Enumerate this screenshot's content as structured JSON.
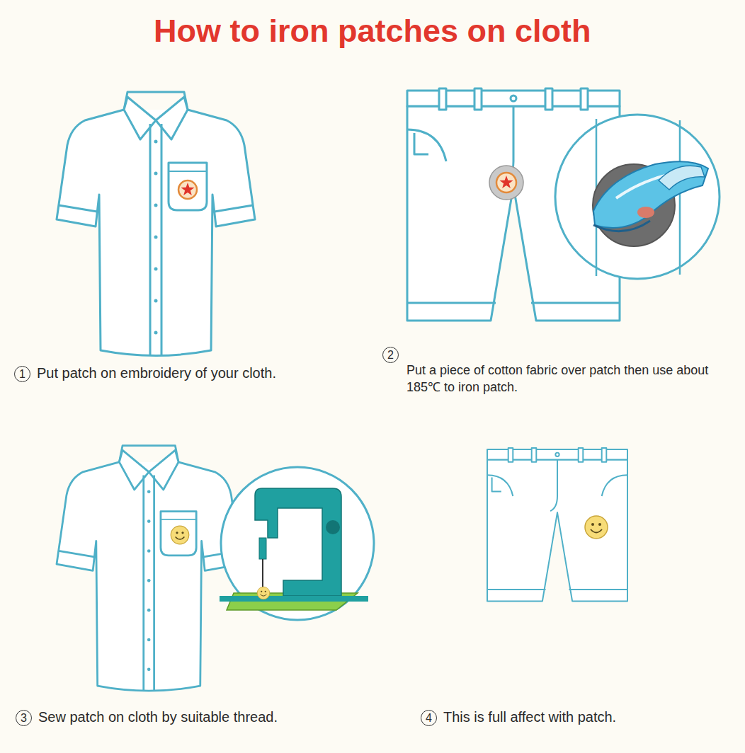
{
  "diagram": {
    "title": "How to iron patches on cloth",
    "labels": [
      "1",
      "Put patch on embroidery of your cloth.",
      "2",
      "Put a piece of cotton fabric over patch then use about 185℃ to iron patch.",
      "3",
      "Sew patch on cloth by suitable thread.",
      "4",
      "This is full affect with patch."
    ]
  }
}
